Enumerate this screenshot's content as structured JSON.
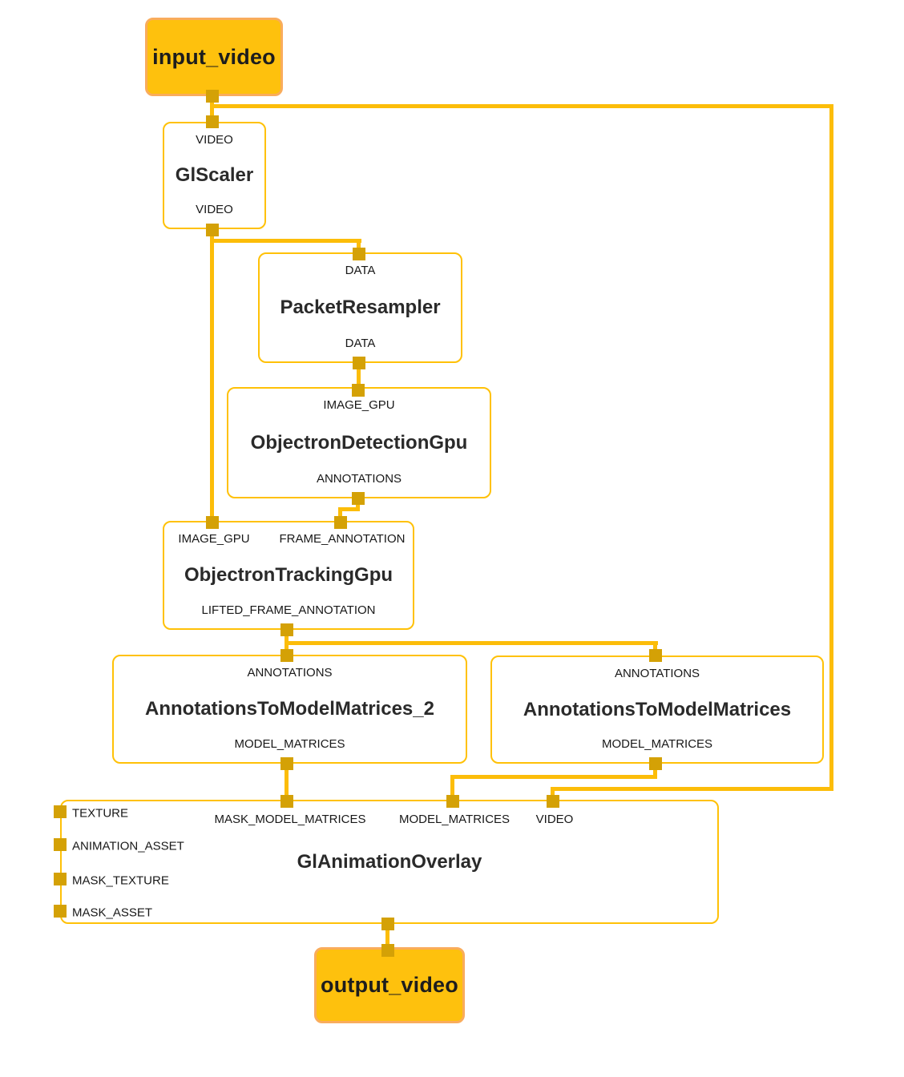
{
  "colors": {
    "edge": "#FCBD09",
    "port": "#D4A106",
    "nodeborder": "#FFC107",
    "streamfill": "#FEC10D",
    "streamborder": "#F9AC5C",
    "titlecolor": "#2a2a2a",
    "labelcolor": "#181818"
  },
  "nodes": {
    "input_video": {
      "label": "input_video"
    },
    "output_video": {
      "label": "output_video"
    },
    "gl_scaler": {
      "title": "GlScaler",
      "in": [
        "VIDEO"
      ],
      "out": [
        "VIDEO"
      ]
    },
    "packet_resampler": {
      "title": "PacketResampler",
      "in": [
        "DATA"
      ],
      "out": [
        "DATA"
      ]
    },
    "objectron_detection_gpu": {
      "title": "ObjectronDetectionGpu",
      "in": [
        "IMAGE_GPU"
      ],
      "out": [
        "ANNOTATIONS"
      ]
    },
    "objectron_tracking_gpu": {
      "title": "ObjectronTrackingGpu",
      "in": [
        "IMAGE_GPU",
        "FRAME_ANNOTATION"
      ],
      "out": [
        "LIFTED_FRAME_ANNOTATION"
      ]
    },
    "annotations_to_model_matrices_2": {
      "title": "AnnotationsToModelMatrices_2",
      "in": [
        "ANNOTATIONS"
      ],
      "out": [
        "MODEL_MATRICES"
      ]
    },
    "annotations_to_model_matrices": {
      "title": "AnnotationsToModelMatrices",
      "in": [
        "ANNOTATIONS"
      ],
      "out": [
        "MODEL_MATRICES"
      ]
    },
    "gl_animation_overlay": {
      "title": "GlAnimationOverlay",
      "in_top": [
        "MASK_MODEL_MATRICES",
        "MODEL_MATRICES",
        "VIDEO"
      ],
      "in_left": [
        "TEXTURE",
        "ANIMATION_ASSET",
        "MASK_TEXTURE",
        "MASK_ASSET"
      ]
    }
  }
}
